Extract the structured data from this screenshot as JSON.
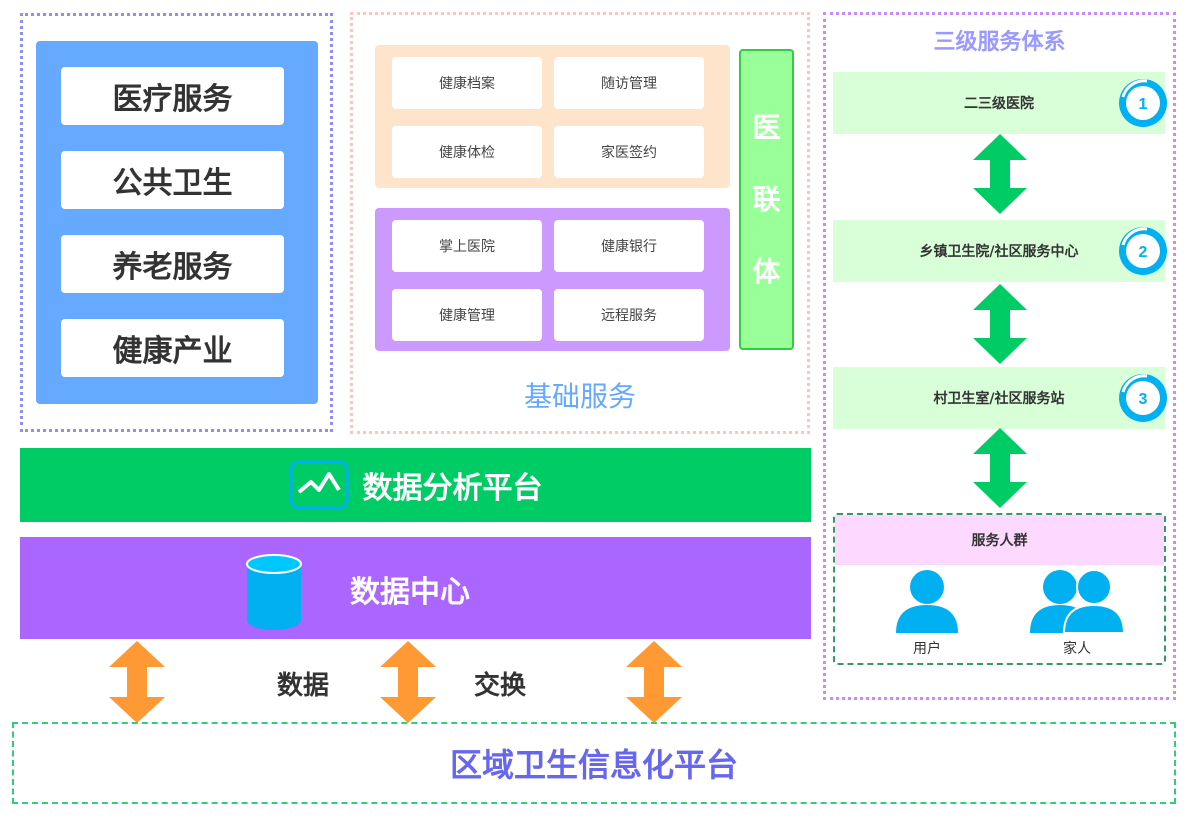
{
  "left_services": [
    "医疗服务",
    "公共卫生",
    "养老服务",
    "健康产业"
  ],
  "base_services": {
    "group1": [
      "健康档案",
      "随访管理",
      "健康体检",
      "家医签约"
    ],
    "group2": [
      "掌上医院",
      "健康银行",
      "健康管理",
      "远程服务"
    ],
    "ylt_chars": [
      "医",
      "联",
      "体"
    ],
    "label": "基础服务"
  },
  "three_level": {
    "title": "三级服务体系",
    "levels": [
      {
        "name": "二三级医院",
        "num": "1"
      },
      {
        "name": "乡镇卫生院/社区服务中心",
        "num": "2"
      },
      {
        "name": "村卫生室/社区服务站",
        "num": "3"
      }
    ],
    "crowd": {
      "title": "服务人群",
      "people": [
        "用户",
        "家人"
      ]
    }
  },
  "analysis_platform": "数据分析平台",
  "data_center": "数据中心",
  "exchange": [
    "数据",
    "交换"
  ],
  "region_platform": "区域卫生信息化平台",
  "colors": {
    "green_arrow": "#00cc66",
    "orange_arrow": "#ff9933",
    "icon_blue": "#00b0f0"
  }
}
